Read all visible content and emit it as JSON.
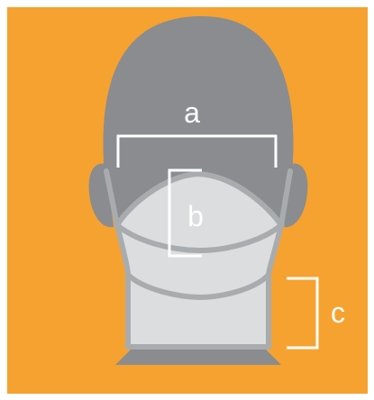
{
  "labels": {
    "a": "a",
    "b": "b",
    "c": "c"
  },
  "colors": {
    "background": "#F6A230",
    "frame": "#FFFFFF",
    "head": "#8A8C8F",
    "ear": "#8A8C8F",
    "mask_fill": "#DCDDDE",
    "mask_outline": "#A9ACAF",
    "shoulder": "#8A8C8F",
    "measure_line": "#FFFFFF",
    "label_text": "#FFFFFF"
  }
}
